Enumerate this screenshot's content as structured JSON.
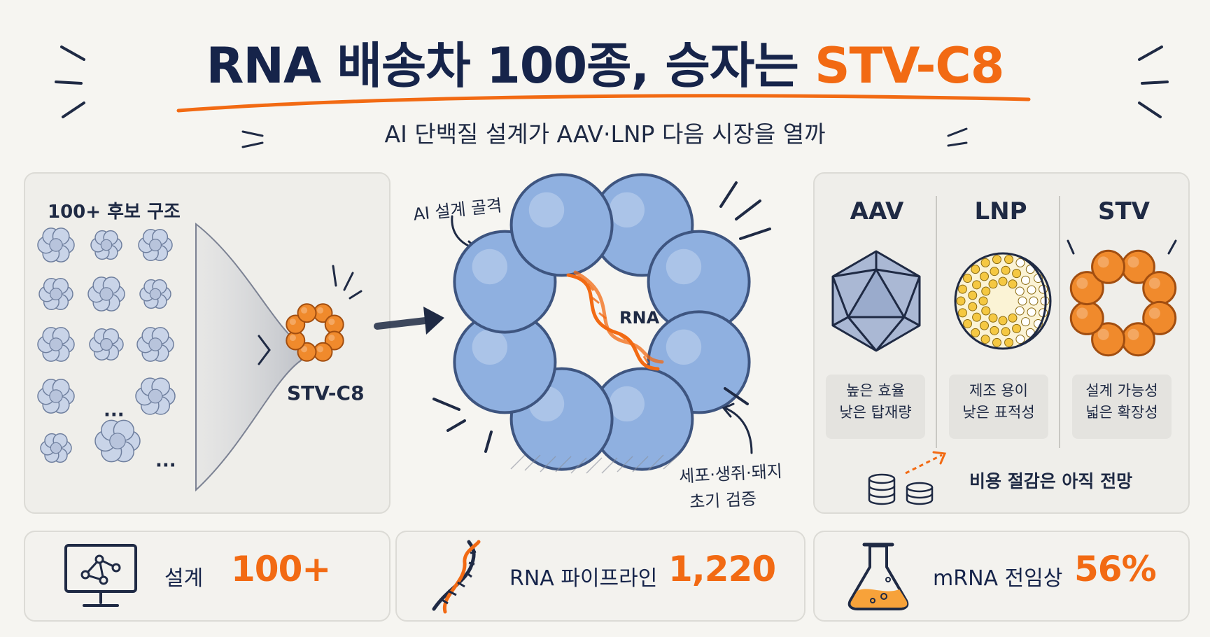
{
  "header": {
    "title_main": "RNA 배송차 100종, 승자는",
    "title_accent": "STV-C8",
    "subtitle": "AI 단백질 설계가 AAV·LNP 다음 시장을 열까"
  },
  "left_panel": {
    "heading": "100+ 후보 구조",
    "ellipsis_1": "···",
    "ellipsis_2": "···",
    "winner_label": "STV-C8"
  },
  "center": {
    "ai_label": "AI 설계 골격",
    "rna_label": "RNA",
    "validation_line1": "세포·생쥐·돼지",
    "validation_line2": "초기 검증"
  },
  "comparison": {
    "columns": [
      {
        "name": "AAV",
        "note_line1": "높은 효율",
        "note_line2": "낮은 탑재량"
      },
      {
        "name": "LNP",
        "note_line1": "제조 용이",
        "note_line2": "낮은 표적성"
      },
      {
        "name": "STV",
        "note_line1": "설계 가능성",
        "note_line2": "넓은 확장성"
      }
    ],
    "footer_note": "비용 절감은 아직 전망"
  },
  "stats": [
    {
      "label": "설계",
      "value": "100+",
      "icon": "monitor-network-icon"
    },
    {
      "label": "RNA 파이프라인",
      "value": "1,220",
      "icon": "dna-icon"
    },
    {
      "label": "mRNA 전임상",
      "value": "56%",
      "icon": "flask-icon"
    }
  ],
  "colors": {
    "accent": "#f26a13",
    "navy": "#16244a",
    "protein_blue": "#8fb0e0",
    "stv_orange": "#f08a2c"
  }
}
